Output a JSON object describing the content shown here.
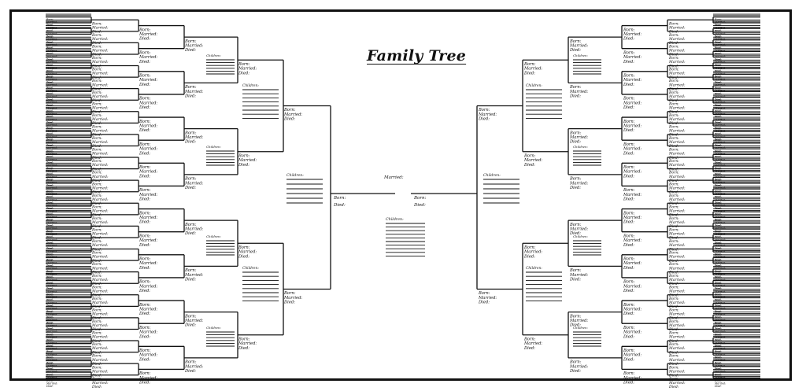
{
  "title": "Family Tree",
  "labels": {
    "born": "Born:",
    "married": "Married:",
    "died": "Died:",
    "children": "Children:"
  },
  "colors": {
    "ink": "#111111",
    "paper": "#ffffff"
  }
}
